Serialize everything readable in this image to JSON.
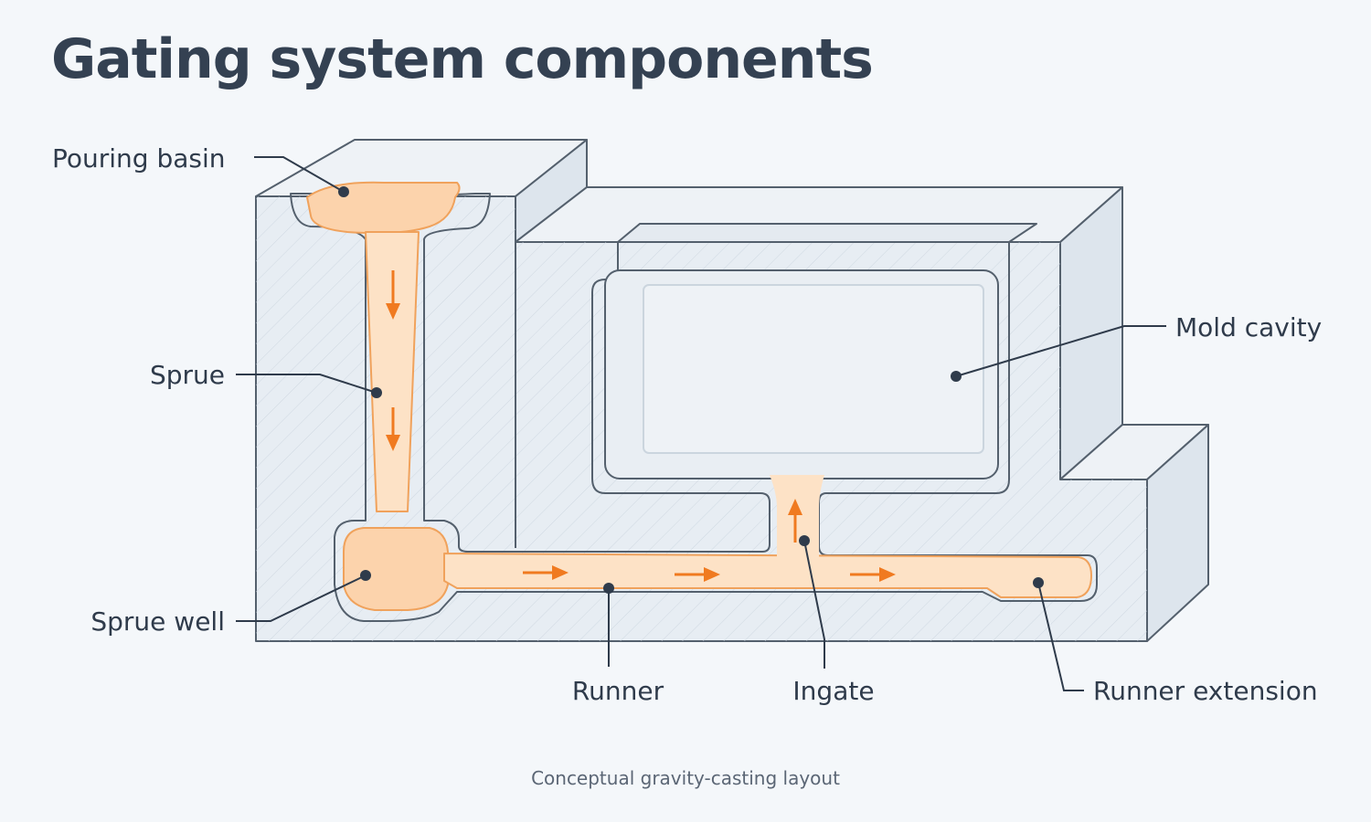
{
  "title": "Gating system components",
  "caption": "Conceptual gravity-casting layout",
  "labels": {
    "pouring_basin": "Pouring basin",
    "sprue": "Sprue",
    "sprue_well": "Sprue well",
    "mold_cavity": "Mold cavity",
    "runner": "Runner",
    "ingate": "Ingate",
    "runner_extension": "Runner extension"
  },
  "colors": {
    "background": "#f4f7fa",
    "mold": "#e7edf3",
    "mold_top": "#eef2f6",
    "mold_side": "#dde5ed",
    "edge": "#54606d",
    "metal": "#fcd3ac",
    "metal_edge": "#f0a25c",
    "flow_arrow": "#f07a20",
    "leader": "#2f3b4b"
  }
}
